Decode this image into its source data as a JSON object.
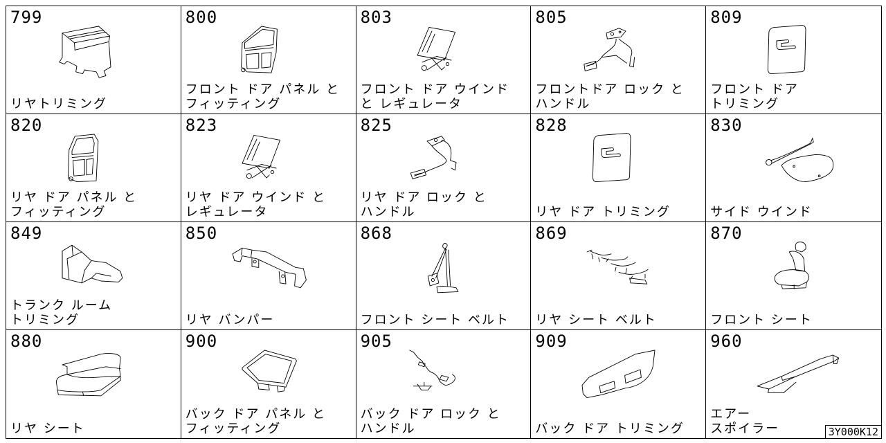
{
  "catalog": {
    "cells": [
      {
        "number": "799",
        "lines": [
          "リヤトリミング"
        ],
        "icon": "rear-trim-panel"
      },
      {
        "number": "800",
        "lines": [
          "フロント ドア パネル と",
          "フィッティング"
        ],
        "icon": "front-door-panel"
      },
      {
        "number": "803",
        "lines": [
          "フロント ドア ウインド",
          "と レギュレータ"
        ],
        "icon": "door-window-regulator"
      },
      {
        "number": "805",
        "lines": [
          "フロントドア ロック と",
          "ハンドル"
        ],
        "icon": "door-lock-handle"
      },
      {
        "number": "809",
        "lines": [
          "フロント ドア",
          "トリミング"
        ],
        "icon": "door-trim-panel"
      },
      {
        "number": "820",
        "lines": [
          "リヤ ドア パネル と",
          "フィッティング"
        ],
        "icon": "rear-door-panel"
      },
      {
        "number": "823",
        "lines": [
          "リヤ ドア ウインド と",
          "レギュレータ"
        ],
        "icon": "door-window-regulator"
      },
      {
        "number": "825",
        "lines": [
          "リヤ ドア ロック と",
          "ハンドル"
        ],
        "icon": "door-lock-rod"
      },
      {
        "number": "828",
        "lines": [
          "リヤ ドア トリミング"
        ],
        "icon": "door-trim-panel"
      },
      {
        "number": "830",
        "lines": [
          "サイド ウインド"
        ],
        "icon": "side-window-strut"
      },
      {
        "number": "849",
        "lines": [
          "トランク ルーム",
          "トリミング"
        ],
        "icon": "trunk-trim"
      },
      {
        "number": "850",
        "lines": [
          "リヤ バンパー"
        ],
        "icon": "bumper"
      },
      {
        "number": "868",
        "lines": [
          "フロント シート ベルト"
        ],
        "icon": "seat-belt"
      },
      {
        "number": "869",
        "lines": [
          "リヤ シート ベルト"
        ],
        "icon": "seat-belt-set"
      },
      {
        "number": "870",
        "lines": [
          "フロント シート"
        ],
        "icon": "front-seat"
      },
      {
        "number": "880",
        "lines": [
          "リヤ シート"
        ],
        "icon": "rear-seat"
      },
      {
        "number": "900",
        "lines": [
          "バック ドア パネル と",
          "フィッティング"
        ],
        "icon": "back-door-panel"
      },
      {
        "number": "905",
        "lines": [
          "バック ドア ロック と",
          "ハンドル"
        ],
        "icon": "cable-lock"
      },
      {
        "number": "909",
        "lines": [
          "バック ドア トリミング"
        ],
        "icon": "back-door-trim"
      },
      {
        "number": "960",
        "lines": [
          "エアー",
          "スポイラー"
        ],
        "icon": "spoiler"
      }
    ],
    "code": "3Y000K12"
  }
}
